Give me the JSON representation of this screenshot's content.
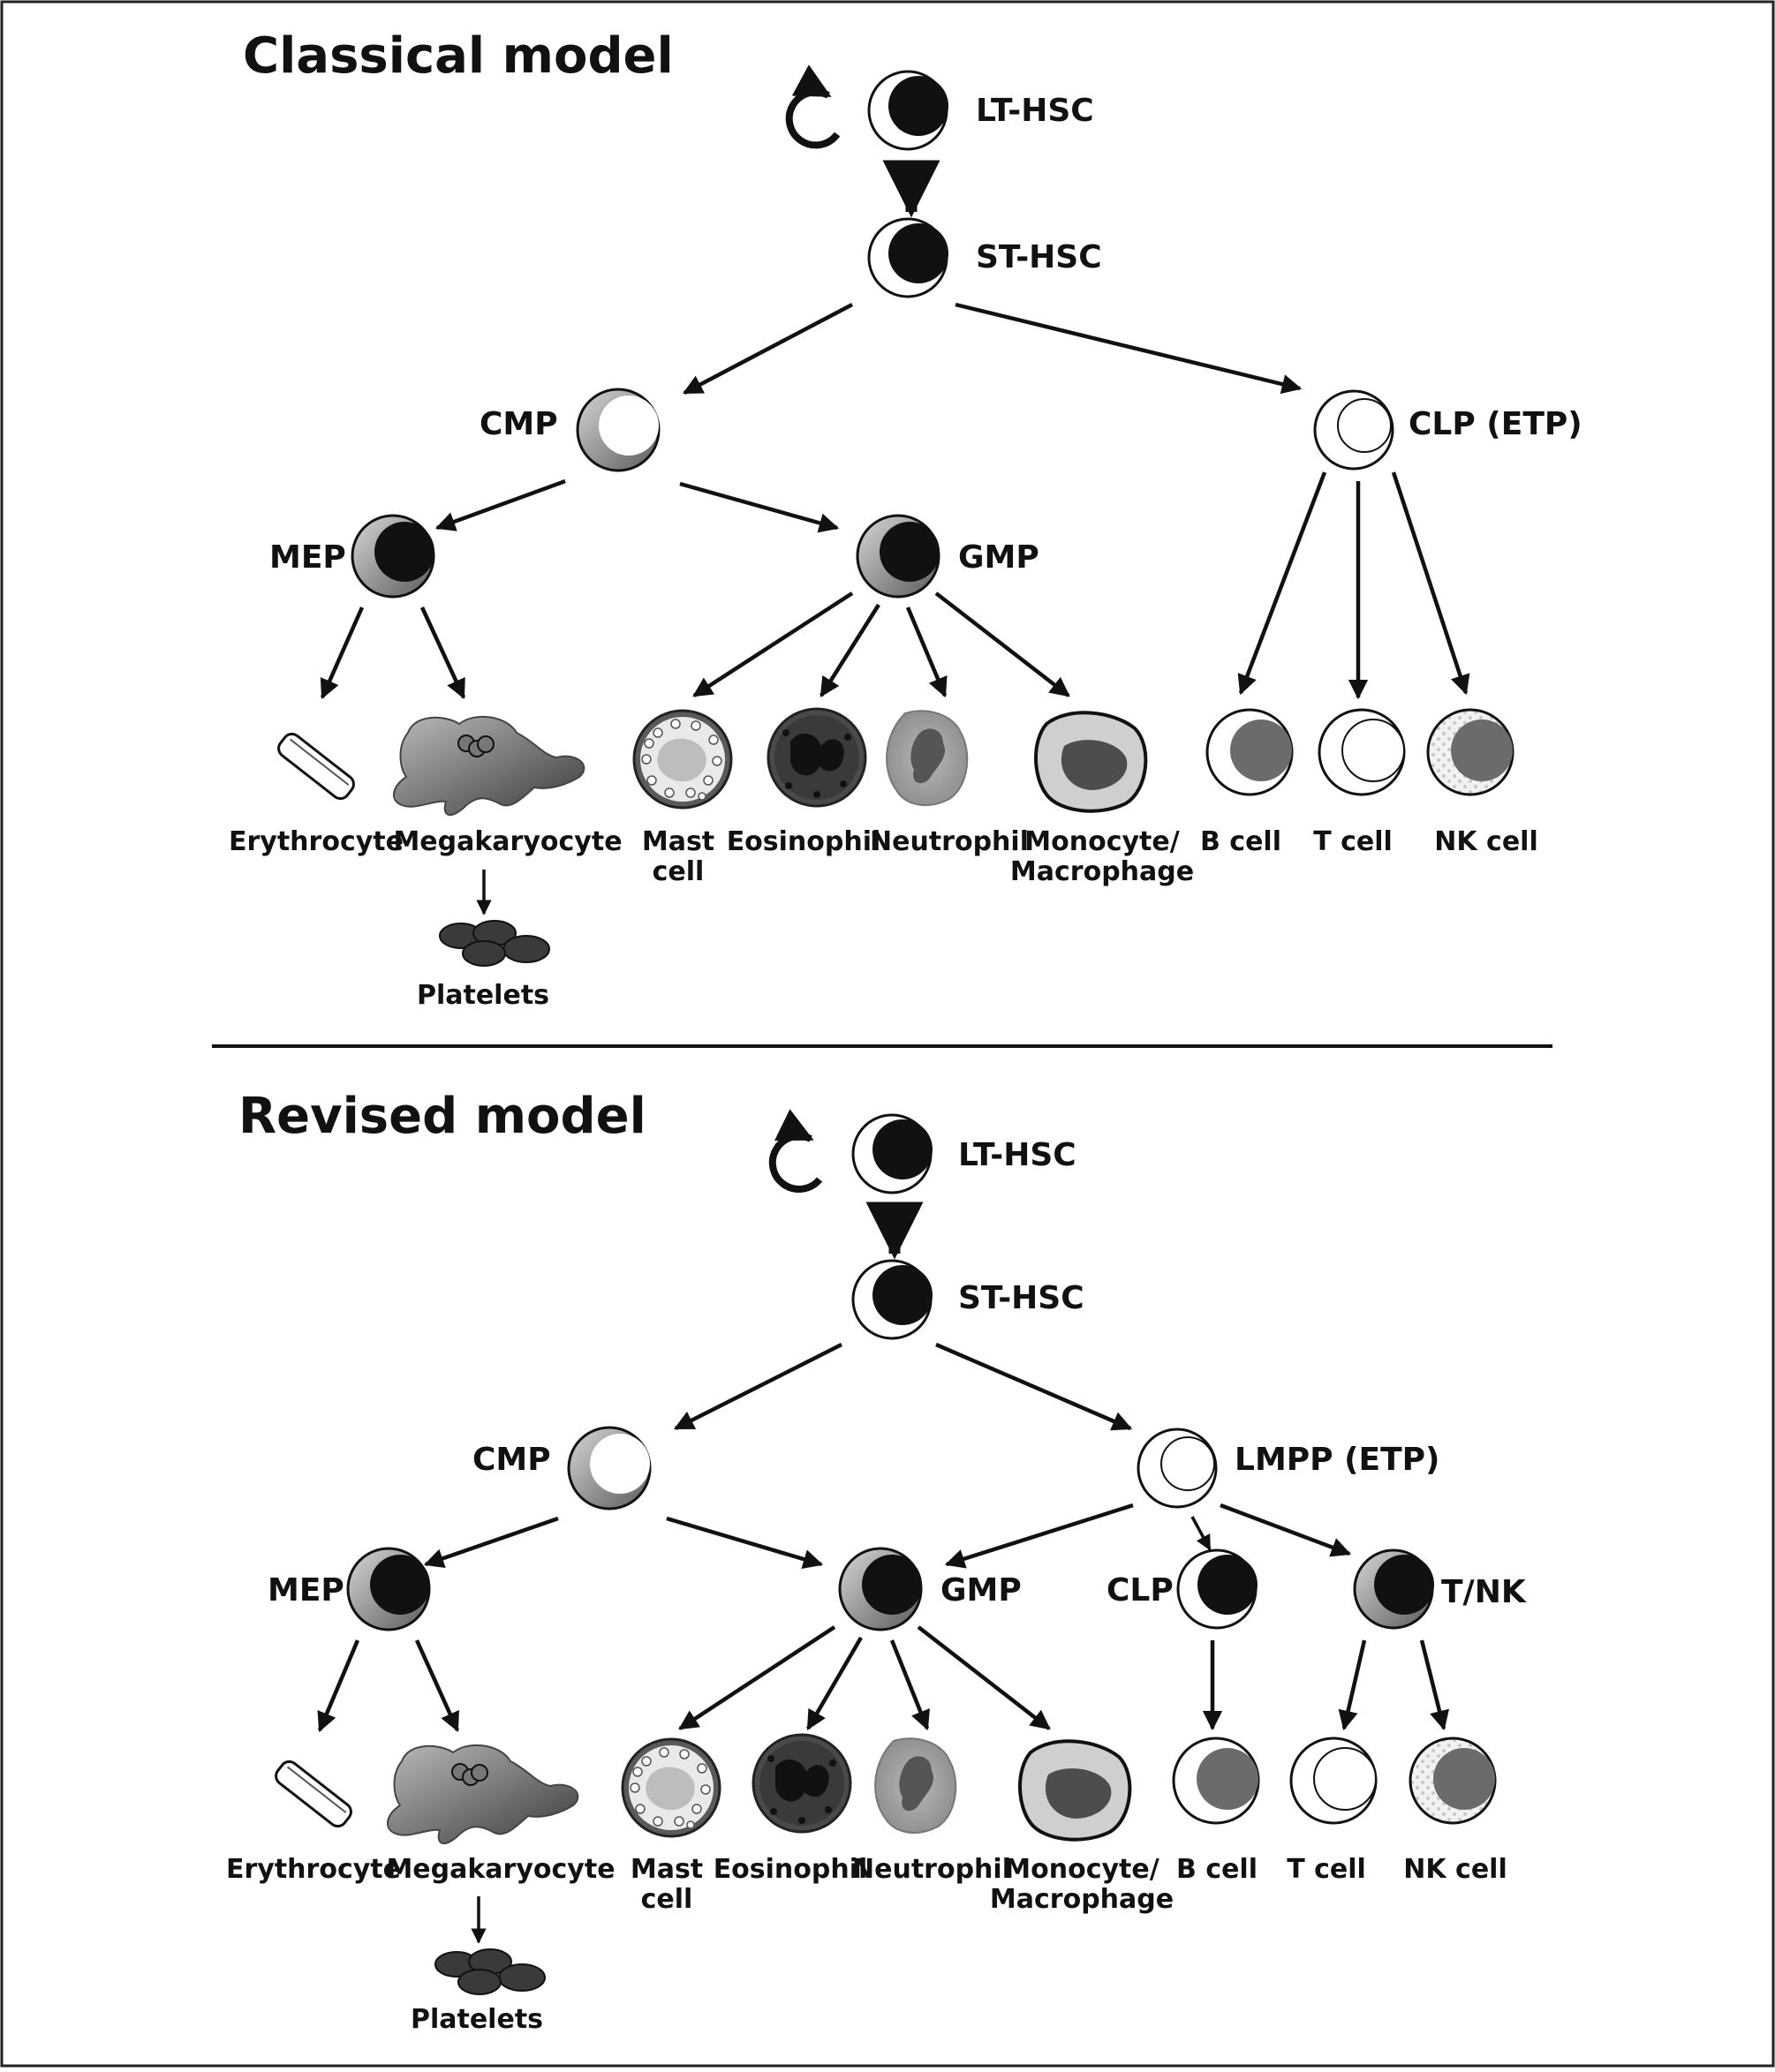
{
  "classical": {
    "title": "Classical model",
    "lt_hsc": "LT-HSC",
    "st_hsc": "ST-HSC",
    "cmp": "CMP",
    "clp_etp": "CLP (ETP)",
    "mep": "MEP",
    "gmp": "GMP",
    "erythrocyte": "Erythrocyte",
    "megakaryocyte": "Megakaryocyte",
    "mast_l1": "Mast",
    "mast_l2": "cell",
    "eosinophil": "Eosinophil",
    "neutrophil": "Neutrophil",
    "mono_l1": "Monocyte/",
    "mono_l2": "Macrophage",
    "b_cell": "B cell",
    "t_cell": "T cell",
    "nk_cell": "NK cell",
    "platelets": "Platelets"
  },
  "revised": {
    "title": "Revised model",
    "lt_hsc": "LT-HSC",
    "st_hsc": "ST-HSC",
    "cmp": "CMP",
    "lmpp_etp": "LMPP (ETP)",
    "mep": "MEP",
    "gmp": "GMP",
    "clp": "CLP",
    "t_nk": "T/NK",
    "erythrocyte": "Erythrocyte",
    "megakaryocyte": "Megakaryocyte",
    "mast_l1": "Mast",
    "mast_l2": "cell",
    "eosinophil": "Eosinophil",
    "neutrophil": "Neutrophil",
    "mono_l1": "Monocyte/",
    "mono_l2": "Macrophage",
    "b_cell": "B cell",
    "t_cell": "T cell",
    "nk_cell": "NK cell",
    "platelets": "Platelets"
  },
  "colors": {
    "ink": "#111111",
    "nucleus_dark": "#111111",
    "nucleus_mid": "#6b6b6b",
    "cell_grey": "#a9a9a9",
    "gradient_light": "#9a9a9a"
  }
}
